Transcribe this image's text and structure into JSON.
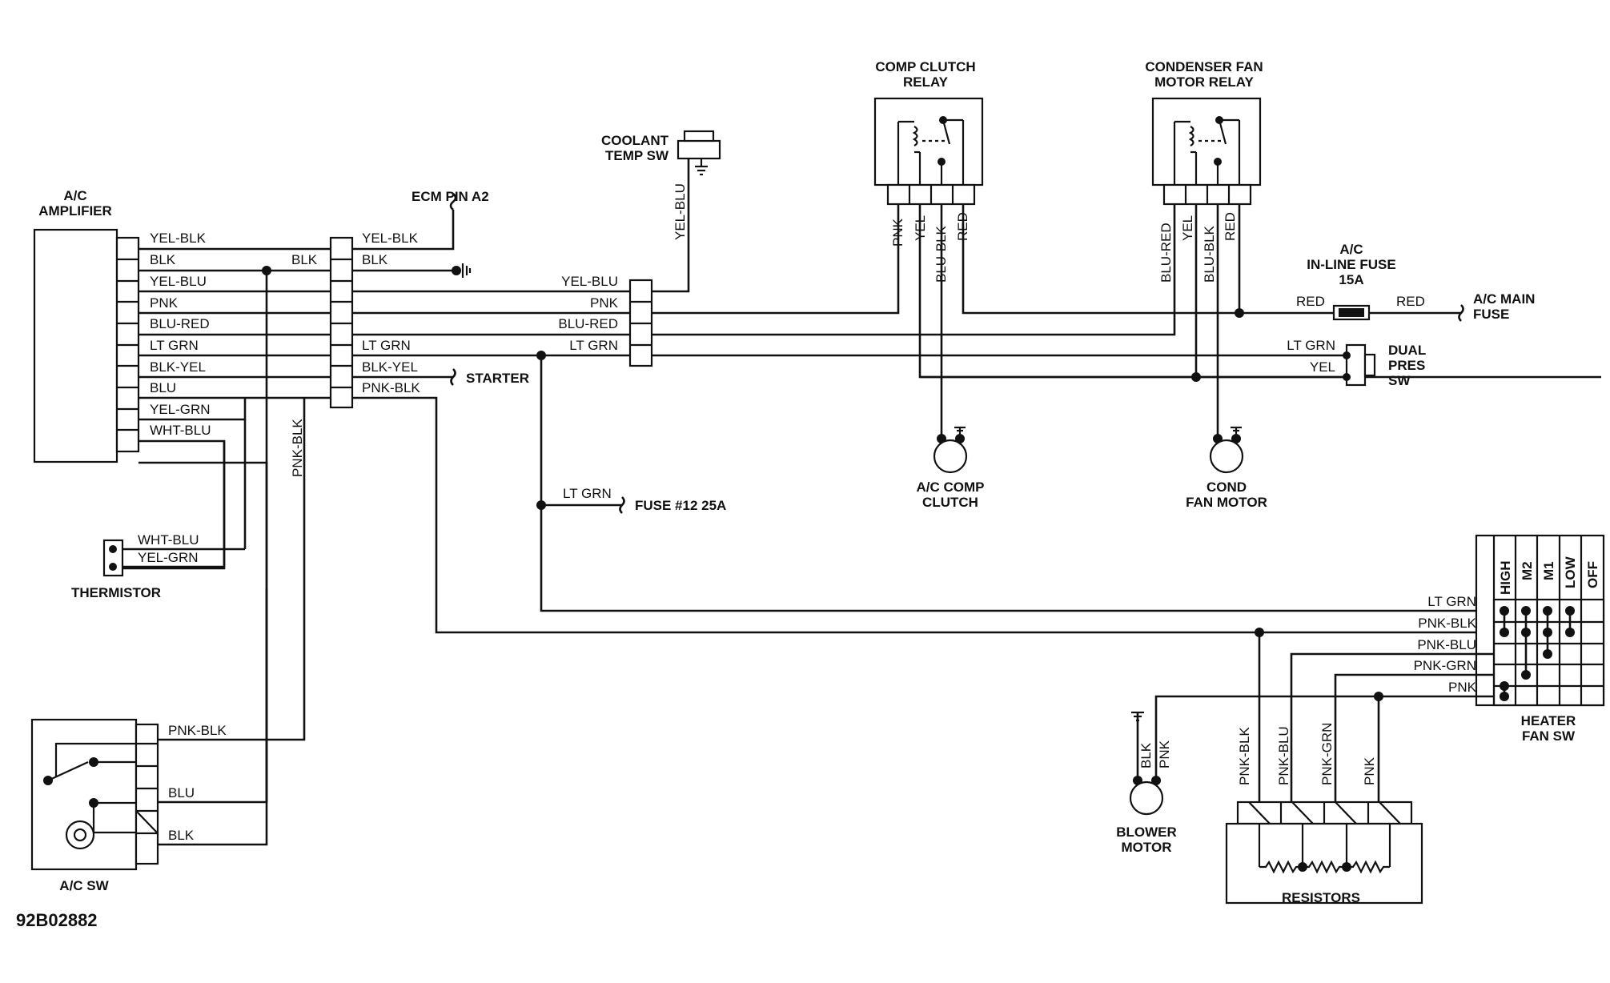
{
  "figure_id": "92B02882",
  "components": {
    "ac_amplifier": [
      "A/C",
      "AMPLIFIER"
    ],
    "ecm_pin": "ECM PIN A2",
    "coolant_temp_sw": [
      "COOLANT",
      "TEMP SW"
    ],
    "comp_clutch_relay": [
      "COMP CLUTCH",
      "RELAY"
    ],
    "condenser_fan_relay": [
      "CONDENSER FAN",
      "MOTOR RELAY"
    ],
    "inline_fuse": [
      "A/C",
      "IN-LINE FUSE",
      "15A"
    ],
    "ac_main_fuse": [
      "A/C MAIN",
      "FUSE"
    ],
    "dual_pres_sw": [
      "DUAL",
      "PRES",
      "SW"
    ],
    "ac_comp_clutch": [
      "A/C COMP",
      "CLUTCH"
    ],
    "cond_fan_motor": [
      "COND",
      "FAN MOTOR"
    ],
    "starter": "STARTER",
    "fuse_12": "FUSE #12 25A",
    "thermistor": "THERMISTOR",
    "ac_sw": "A/C SW",
    "heater_fan_sw": [
      "HEATER",
      "FAN SW"
    ],
    "heater_fan_positions": [
      "HIGH",
      "M2",
      "M1",
      "LOW",
      "OFF"
    ],
    "blower_motor": [
      "BLOWER",
      "MOTOR"
    ],
    "resistors": "RESISTORS"
  },
  "wires": {
    "amp": [
      "YEL-BLK",
      "BLK",
      "YEL-BLU",
      "PNK",
      "BLU-RED",
      "LT GRN",
      "BLK-YEL",
      "BLU",
      "YEL-GRN",
      "WHT-BLU"
    ],
    "amp_blk_right": "BLK",
    "conn1_right": [
      "YEL-BLK",
      "BLK",
      "LT GRN",
      "BLK-YEL",
      "PNK-BLK"
    ],
    "conn2_left": [
      "YEL-BLU",
      "PNK",
      "BLU-RED",
      "LT GRN"
    ],
    "coolant": "YEL-BLU",
    "comp_relay": [
      "PNK",
      "YEL",
      "BLU-BLK",
      "RED"
    ],
    "fan_relay": [
      "BLU-RED",
      "YEL",
      "BLU-BLK",
      "RED"
    ],
    "red_left": "RED",
    "red_right": "RED",
    "dual_pres": [
      "LT GRN",
      "YEL"
    ],
    "fuse12": "LT GRN",
    "pnk_blk_vertical": "PNK-BLK",
    "thermistor": [
      "WHT-BLU",
      "YEL-GRN"
    ],
    "ac_sw": [
      "PNK-BLK",
      "BLU",
      "BLK"
    ],
    "heater_sw": [
      "LT GRN",
      "PNK-BLK",
      "PNK-BLU",
      "PNK-GRN",
      "PNK"
    ],
    "blower": [
      "BLK",
      "PNK"
    ],
    "resistors": [
      "PNK-BLK",
      "PNK-BLU",
      "PNK-GRN",
      "PNK"
    ]
  }
}
